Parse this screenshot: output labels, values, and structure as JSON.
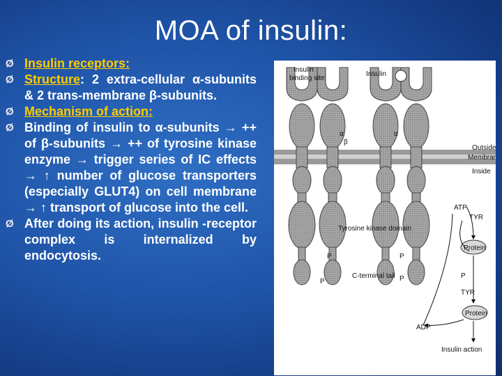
{
  "slide": {
    "title": "MOA of insulin:",
    "bullets": [
      {
        "parts": [
          {
            "text": "Insulin receptors:",
            "style": "gold"
          }
        ]
      },
      {
        "parts": [
          {
            "text": "Structure",
            "style": "gold"
          },
          {
            "text": ": 2 extra-cellular α-subunits & 2 trans-membrane β-subunits.",
            "style": "plain"
          }
        ]
      },
      {
        "parts": [
          {
            "text": "Mechanism of action:",
            "style": "gold"
          }
        ]
      },
      {
        "parts": [
          {
            "text": "Binding of insulin to α-subunits → ++ of β-subunits → ++ of tyrosine kinase enzyme → trigger series of IC effects → ↑ number of glucose transporters (especially GLUT4) on cell membrane → ↑ transport of glucose into the cell.",
            "style": "plain"
          }
        ]
      },
      {
        "parts": [
          {
            "text": "After doing its action, insulin -receptor complex is internalized by endocytosis.",
            "style": "plain"
          }
        ]
      }
    ],
    "bullet_marker": "Ø",
    "accent_color": "#ffcc00"
  },
  "diagram": {
    "labels": {
      "insulin_binding_site": [
        "Insulin",
        "binding site"
      ],
      "insulin": "Insulin",
      "alpha": "α",
      "beta": "β",
      "outside": "Outside",
      "membrane": "Membrane",
      "inside": "Inside",
      "atp": "ATP",
      "tyr": "TYR",
      "protein": "Protein",
      "tyrosine_kinase_domain": "Tyrosine kinase domain",
      "p": "P",
      "c_terminal_tail": "C-terminal tail",
      "adp": "ADP",
      "insulin_action": "Insulin action"
    }
  }
}
